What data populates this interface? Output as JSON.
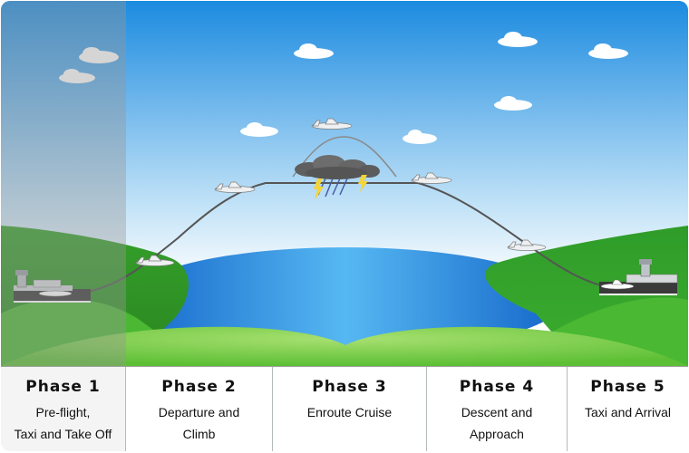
{
  "phases": [
    {
      "title": "Phase 1",
      "line1": "Pre-flight,",
      "line2": "Taxi and Take Off"
    },
    {
      "title": "Phase 2",
      "line1": "Departure and",
      "line2": "Climb"
    },
    {
      "title": "Phase 3",
      "line1": "Enroute Cruise",
      "line2": ""
    },
    {
      "title": "Phase 4",
      "line1": "Descent and",
      "line2": "Approach"
    },
    {
      "title": "Phase 5",
      "line1": "Taxi and Arrival",
      "line2": ""
    }
  ],
  "highlighted_phase": 1,
  "colors": {
    "sky_top": "#1e8fe0",
    "sky_bottom": "#ffffff",
    "grass": "#3fae2f",
    "grass_light": "#7ed24a",
    "water": "#2a8de0",
    "flight_path": "#555555",
    "frame_border": "#8fcf5a"
  },
  "icons": [
    "airplane-icon",
    "control-tower-icon",
    "storm-cloud-icon",
    "lightning-icon",
    "cloud-icon"
  ]
}
